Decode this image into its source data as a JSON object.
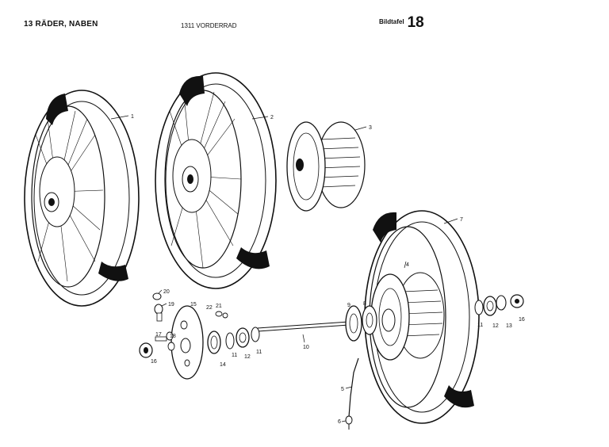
{
  "header": {
    "section": "13 RÄDER, NABEN",
    "title": "1311 VORDERRAD",
    "plate_label": "Bildtafel",
    "plate_number": "18"
  },
  "callouts": [
    "1",
    "2",
    "3",
    "7",
    "4",
    "20",
    "19",
    "15",
    "22",
    "21",
    "18",
    "17",
    "16",
    "14",
    "11",
    "12",
    "11",
    "10",
    "9",
    "8",
    "11",
    "12",
    "13",
    "16",
    "5",
    "6"
  ],
  "colors": {
    "ink": "#111111",
    "paper": "#ffffff"
  }
}
